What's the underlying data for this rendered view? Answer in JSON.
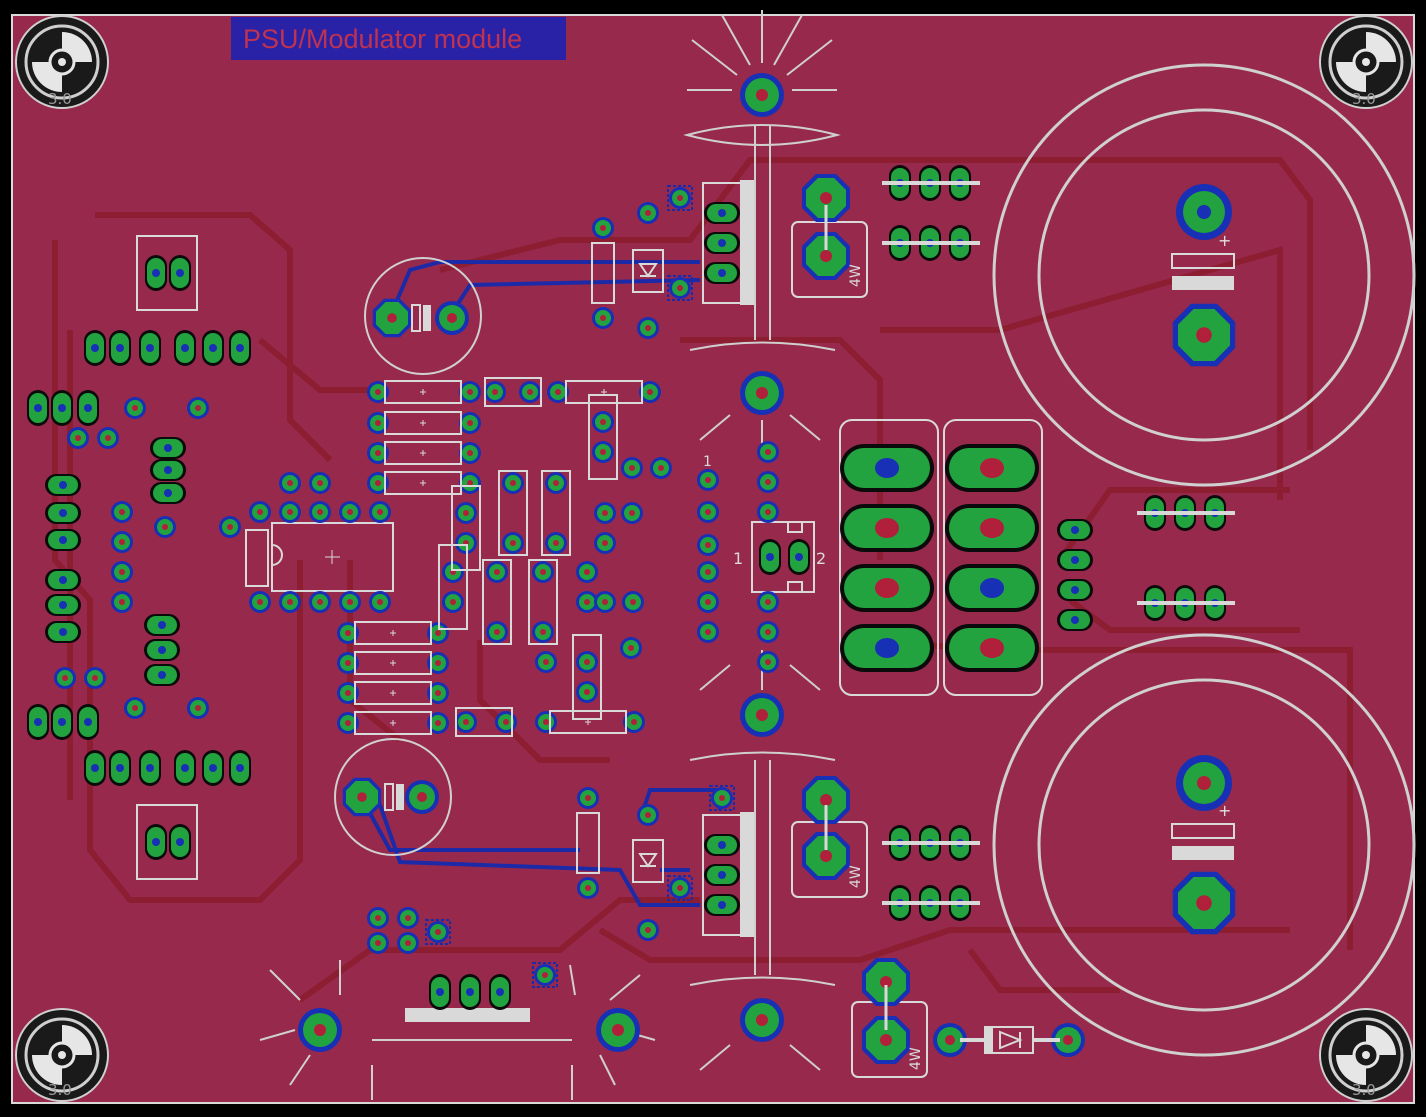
{
  "title": "PSU/Modulator module",
  "hole_label": "3.0",
  "power_label": "4W",
  "pin_labels": {
    "one": "1",
    "two": "2"
  },
  "colors": {
    "background": "#000000",
    "board": "#97294d",
    "trace": "#8c1c2e",
    "bottom_trace": "#1c2aa8",
    "pad": "#22a33f",
    "pad_ring": "#1730b5",
    "drill": "#b0203a",
    "silk": "#d9d9d9",
    "title_bg": "#2a22a6",
    "title_text": "#c0324f"
  },
  "icons": [
    "mounting-hole-icon",
    "polarity-plus-icon",
    "diode-symbol-icon",
    "heatsink-icon"
  ]
}
